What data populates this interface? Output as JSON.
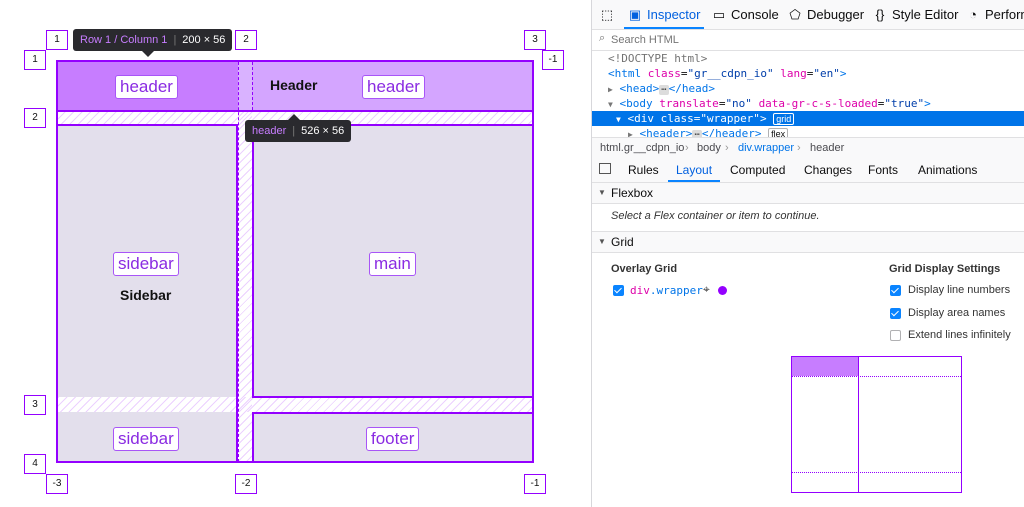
{
  "preview": {
    "area_labels": {
      "header_left": "header",
      "header_right": "header",
      "sidebar": "sidebar",
      "main": "main",
      "sidebar_bottom": "sidebar",
      "footer": "footer"
    },
    "header_text": "Header",
    "sidebar_text": "Sidebar",
    "row_lines": [
      "1",
      "2",
      "3",
      "4"
    ],
    "row_lines_neg": [
      "-1"
    ],
    "col_lines_top": [
      "1",
      "2",
      "3"
    ],
    "col_lines_bottom": [
      "-3",
      "-2",
      "-1"
    ],
    "tooltip_cell": {
      "position": "Row 1 / Column 1",
      "size": "200 × 56"
    },
    "tooltip_element": {
      "name": "header",
      "size": "526 × 56"
    },
    "accent_color": "#9400ff"
  },
  "devtools": {
    "tabs": [
      {
        "icon": "pick-element-icon",
        "label": ""
      },
      {
        "icon": "inspector-icon",
        "label": "Inspector"
      },
      {
        "icon": "console-icon",
        "label": "Console"
      },
      {
        "icon": "debugger-icon",
        "label": "Debugger"
      },
      {
        "icon": "style-editor-icon",
        "label": "Style Editor"
      },
      {
        "icon": "performance-icon",
        "label": "Perform"
      }
    ],
    "search_placeholder": "Search HTML",
    "markup": {
      "doctype": "<!DOCTYPE html>",
      "html_open": "<html",
      "html_class_attr": "class",
      "html_class_val": "\"gr__cdpn_io\"",
      "html_lang_attr": "lang",
      "html_lang_val": "\"en\"",
      "html_close": ">",
      "head": "<head>",
      "head_end": "</head>",
      "body_open": "<body",
      "body_translate_attr": "translate",
      "body_translate_val": "\"no\"",
      "body_data_attr": "data-gr-c-s-loaded",
      "body_data_val": "\"true\"",
      "body_close": ">",
      "div_open": "<div",
      "div_class_attr": "class",
      "div_class_val": "\"wrapper\"",
      "div_close": ">",
      "div_badge": "grid",
      "header_open": "<header>",
      "header_end": "</header>",
      "header_badge": "flex",
      "ellipsis": "⋯"
    },
    "breadcrumbs": [
      "html.gr__cdpn_io",
      "body",
      "div.wrapper",
      "header"
    ],
    "subtabs": [
      "Rules",
      "Layout",
      "Computed",
      "Changes",
      "Fonts",
      "Animations"
    ],
    "flexbox": {
      "title": "Flexbox",
      "message": "Select a Flex container or item to continue."
    },
    "grid": {
      "title": "Grid",
      "overlay_heading": "Overlay Grid",
      "overlay_item_tag": "div",
      "overlay_item_class": ".wrapper",
      "overlay_color": "#9400ff",
      "settings_heading": "Grid Display Settings",
      "settings": [
        {
          "label": "Display line numbers",
          "checked": true
        },
        {
          "label": "Display area names",
          "checked": true
        },
        {
          "label": "Extend lines infinitely",
          "checked": false
        }
      ]
    }
  }
}
